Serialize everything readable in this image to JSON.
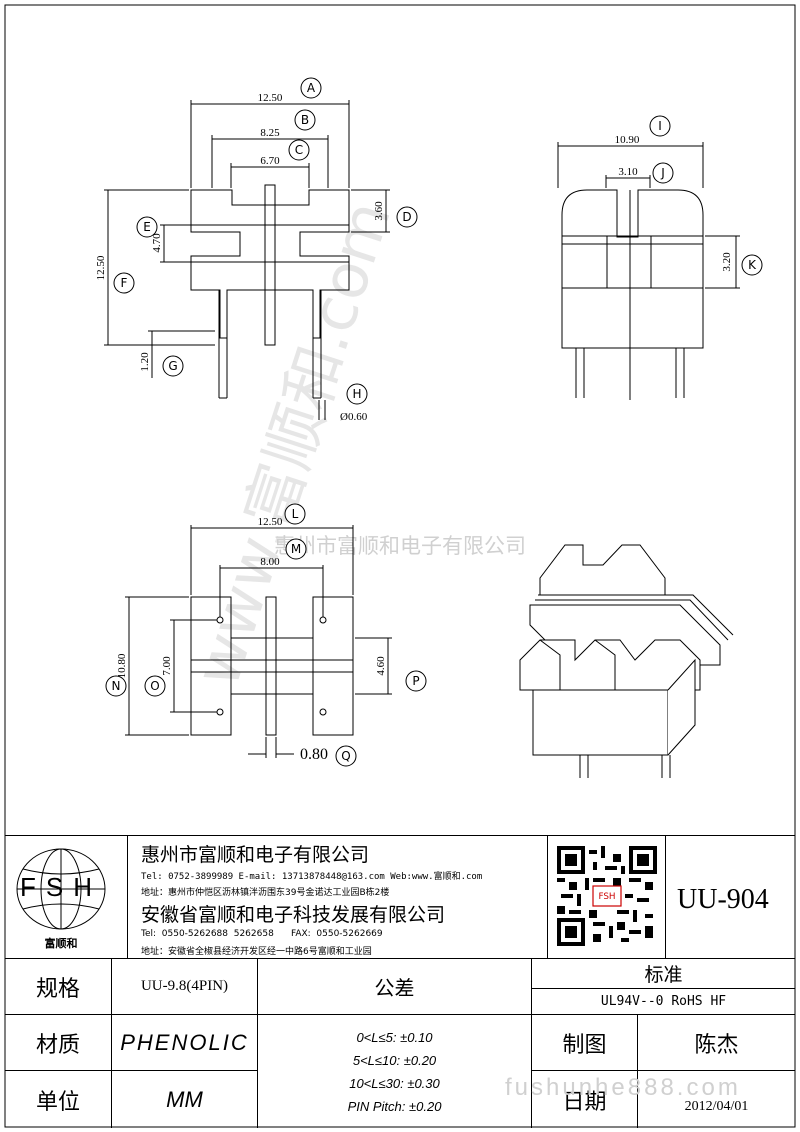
{
  "watermark": {
    "diagonal": "www.富顺和.com",
    "center": "惠州市富顺和电子有限公司"
  },
  "dimensions": {
    "A": "12.50",
    "B": "8.25",
    "C": "6.70",
    "D": "3.60",
    "E": "4.70",
    "F": "12.50",
    "G": "1.20",
    "H": "Ø0.60",
    "I": "10.90",
    "J": "3.10",
    "K": "3.20",
    "L": "12.50",
    "M": "8.00",
    "N": "10.80",
    "O": "7.00",
    "P": "4.60",
    "Q": "0.80"
  },
  "title_block": {
    "logo_text": "FSH",
    "logo_caption": "富顺和",
    "company1": "惠州市富顺和电子有限公司",
    "tel1": "Tel:  0752-3899989  E-mail: 13713878448@163.com  Web:www.富顺和.com",
    "addr1": "地址：惠州市仲恺区沥林镇泮沥围东39号金诺达工业园B栋2楼",
    "company2": "安徽省富顺和电子科技发展有限公司",
    "tel2": "Tel:  0550-5262688  5262658      FAX:  0550-5262669",
    "addr2": "地址：安徽省全椒县经济开发区经一中路6号富顺和工业园",
    "part_no": "UU-904",
    "spec_label": "规格",
    "spec_value": "UU-9.8(4PIN)",
    "tolerance_label": "公差",
    "tolerance_lines": [
      "0<L≤5: ±0.10",
      "5<L≤10: ±0.20",
      "10<L≤30: ±0.30",
      "PIN Pitch: ±0.20"
    ],
    "standard_label": "标准",
    "standard_value": "UL94V--0  RoHS HF",
    "material_label": "材质",
    "material_value": "PHENOLIC",
    "drawn_label": "制图",
    "drawn_value": "陈杰",
    "unit_label": "单位",
    "unit_value": "MM",
    "date_label": "日期",
    "date_value": "2012/04/01",
    "watermark_url": "fushunhe888.com"
  }
}
